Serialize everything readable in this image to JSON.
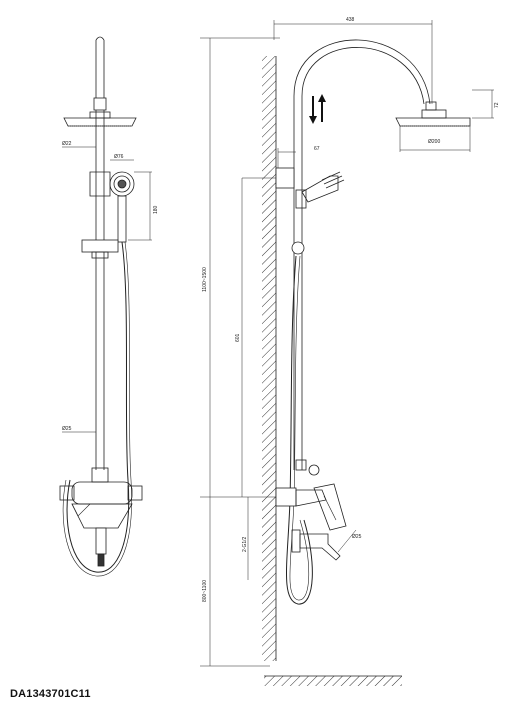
{
  "model_code": "DA1343701C11",
  "front_view": {
    "dims": {
      "d_head_tube": "Ø22",
      "d_hand_shower": "Ø76",
      "hand_shower_length": "180",
      "d_riser": "Ø25"
    }
  },
  "side_view": {
    "dims": {
      "arm_reach": "438",
      "head_thickness": "72",
      "d_head": "Ø200",
      "wall_offset": "67",
      "total_height": "1100~1500",
      "slide_height": "601",
      "inlet_thread": "2-G1/2",
      "mixer_height": "800~1100",
      "d_spout": "Ø25"
    },
    "adjust_symbol": "⇅"
  }
}
